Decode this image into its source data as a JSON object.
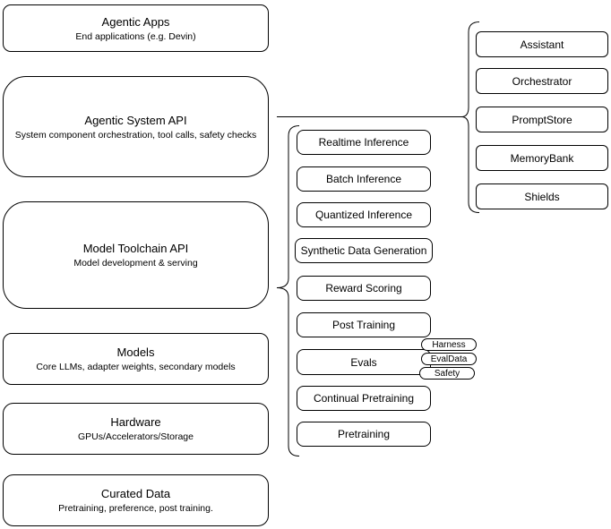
{
  "diagram": {
    "stack": [
      {
        "title": "Agentic Apps",
        "subtitle": "End applications (e.g. Devin)"
      },
      {
        "title": "Agentic System API",
        "subtitle": "System component orchestration, tool calls, safety checks"
      },
      {
        "title": "Model Toolchain API",
        "subtitle": "Model development & serving"
      },
      {
        "title": "Models",
        "subtitle": "Core LLMs, adapter weights, secondary models"
      },
      {
        "title": "Hardware",
        "subtitle": "GPUs/Accelerators/Storage"
      },
      {
        "title": "Curated Data",
        "subtitle": "Pretraining, preference, post training."
      }
    ],
    "toolchain_services": [
      "Realtime Inference",
      "Batch Inference",
      "Quantized Inference",
      "Synthetic Data Generation",
      "Reward Scoring",
      "Post Training",
      "Evals",
      "Continual Pretraining",
      "Pretraining"
    ],
    "eval_components": [
      "Harness",
      "EvalData",
      "Safety"
    ],
    "system_components": [
      "Assistant",
      "Orchestrator",
      "PromptStore",
      "MemoryBank",
      "Shields"
    ],
    "colors": {
      "stroke": "#000000",
      "fill": "#ffffff",
      "text": "#000000"
    }
  }
}
